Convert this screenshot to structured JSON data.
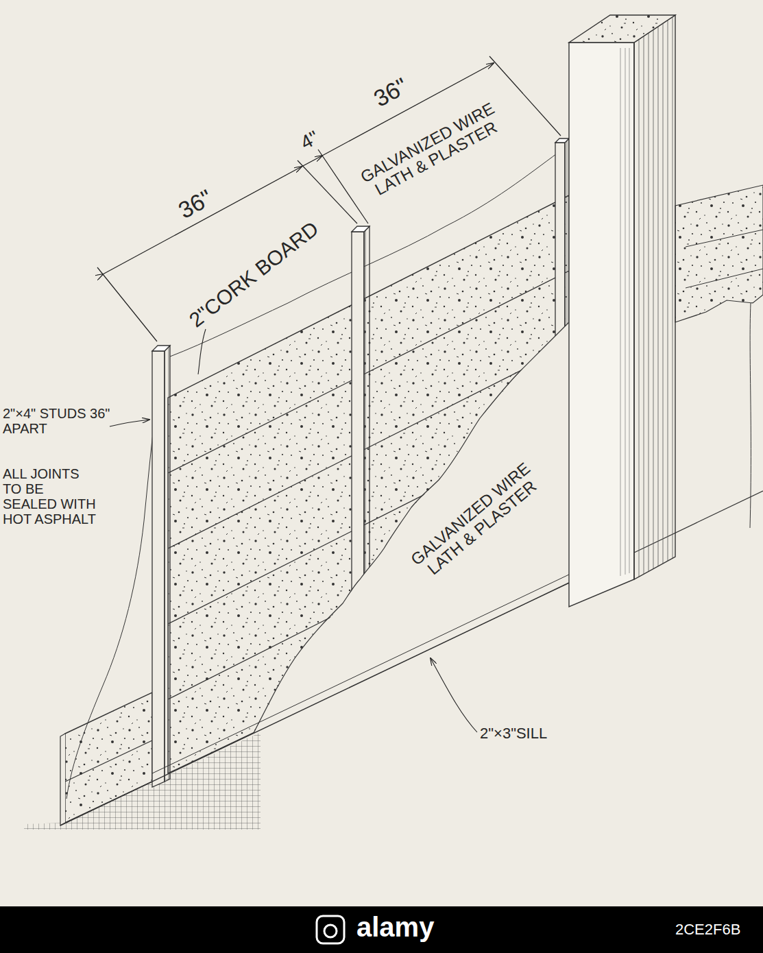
{
  "diagram": {
    "labels": [
      "36\"",
      "4\"",
      "36\"",
      "GALVANIZED WIRE LATH & PLASTER",
      "2\"CORK BOARD",
      "2\"×4\" STUDS 36\" APART",
      "ALL JOINTS TO BE SEALED WITH HOT ASPHALT",
      "GALVANIZED WIRE LATH & PLASTER",
      "2\"×3\"SILL",
      "alamy",
      "2CE2F6B"
    ]
  }
}
